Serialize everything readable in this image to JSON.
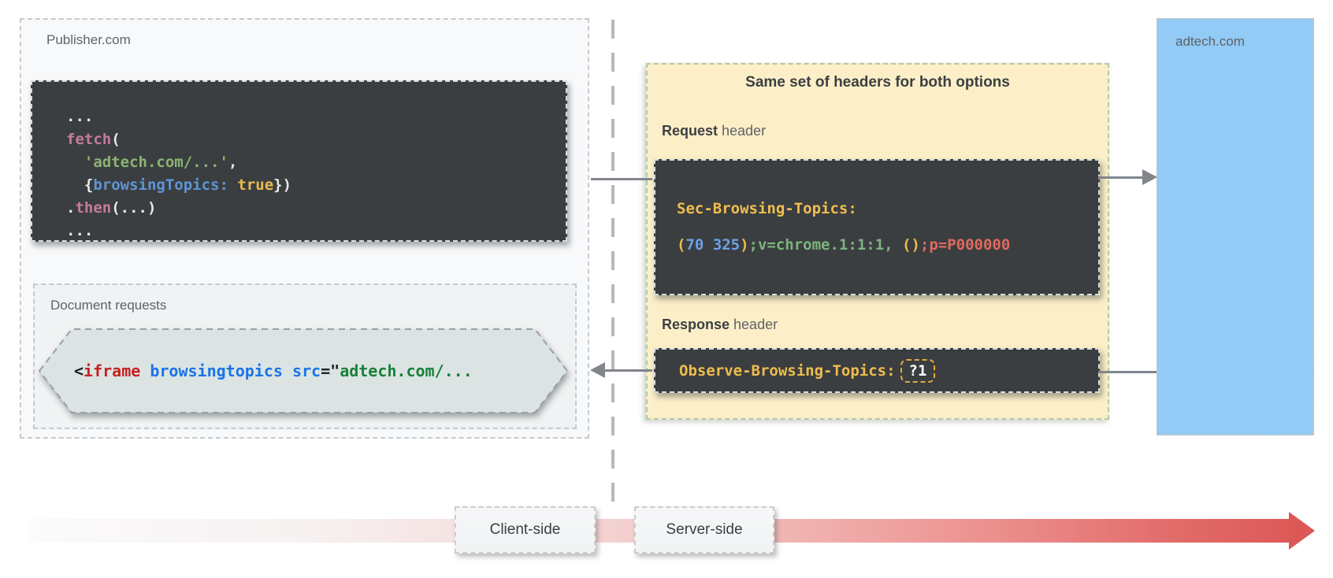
{
  "publisher": {
    "label": "Publisher.com",
    "code_lines": [
      [
        {
          "t": "...",
          "c": "plain"
        }
      ],
      [
        {
          "t": "fetch",
          "c": "pink"
        },
        {
          "t": "(",
          "c": "plain"
        }
      ],
      [
        {
          "t": "  ",
          "c": "plain"
        },
        {
          "t": "'adtech.com/...'",
          "c": "green"
        },
        {
          "t": ",",
          "c": "plain"
        }
      ],
      [
        {
          "t": "  {",
          "c": "plain"
        },
        {
          "t": "browsingTopics:",
          "c": "blue"
        },
        {
          "t": " ",
          "c": "plain"
        },
        {
          "t": "true",
          "c": "yellow"
        },
        {
          "t": "})",
          "c": "plain"
        }
      ],
      [
        {
          "t": ".",
          "c": "plain"
        },
        {
          "t": "then",
          "c": "pink"
        },
        {
          "t": "(...)",
          "c": "plain"
        }
      ],
      [
        {
          "t": "...",
          "c": "plain"
        }
      ]
    ],
    "document_requests": {
      "label": "Document requests",
      "code": [
        {
          "t": "<",
          "c": "tag_dark"
        },
        {
          "t": "iframe",
          "c": "tag_red"
        },
        {
          "t": " browsingtopics",
          "c": "tag_blue"
        },
        {
          "t": " src",
          "c": "tag_blue"
        },
        {
          "t": "=\"",
          "c": "tag_dark"
        },
        {
          "t": "adtech.com/...",
          "c": "tag_green"
        }
      ]
    }
  },
  "headers_panel": {
    "title": "Same set of headers for both options",
    "request": {
      "label_bold": "Request",
      "label_rest": " header",
      "line1": [
        {
          "t": "Sec-Browsing-Topics:",
          "c": "hdr_yellow"
        }
      ],
      "line2": [
        {
          "t": "(",
          "c": "hdr_yellow"
        },
        {
          "t": "70 325",
          "c": "hdr_blue"
        },
        {
          "t": ")",
          "c": "hdr_yellow"
        },
        {
          "t": ";v=chrome.1:1:1,",
          "c": "hdr_green"
        },
        {
          "t": " ()",
          "c": "hdr_yellow"
        },
        {
          "t": ";p=P000000",
          "c": "hdr_red"
        }
      ]
    },
    "response": {
      "label_bold": "Response",
      "label_rest": " header",
      "code": [
        {
          "t": "Observe-Browsing-Topics:",
          "c": "hdr_yellow"
        }
      ],
      "value": "?1"
    }
  },
  "adtech": {
    "label": "adtech.com"
  },
  "timeline": {
    "client_label": "Client-side",
    "server_label": "Server-side"
  },
  "colors": {
    "plain": "#E8EAEA",
    "pink": "#C57B9D",
    "green": "#8AB474",
    "blue": "#5E95D5",
    "yellow": "#EBB94F",
    "hdr_yellow": "#EFBE4D",
    "hdr_blue": "#6DA2E8",
    "hdr_green": "#7DB47E",
    "hdr_red": "#DF6A5F",
    "tag_dark": "#202124",
    "tag_red": "#C5221F",
    "tag_blue": "#1A73E8",
    "tag_green": "#188038"
  },
  "theme": {
    "headers_panel_bg": "#FCEFC7",
    "headers_panel_border": "#AECAA6",
    "adtech_bg": "#92CBF6",
    "code_block_bg": "#3B3E40",
    "publisher_bg": "#F8F9FA",
    "timeline_end_red": "#DC5A58",
    "arrow_gray": "#80868B"
  }
}
